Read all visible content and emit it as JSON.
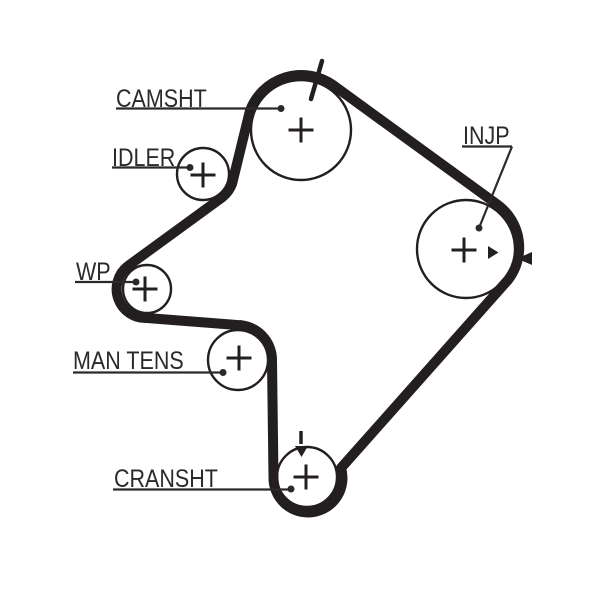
{
  "diagram": {
    "labels": {
      "camshaft": "CAMSHT",
      "idler": "IDLER",
      "water_pump": "WP",
      "manual_tensioner": "MAN TENS",
      "crankshaft": "CRANSHT",
      "injection_pump": "INJP"
    },
    "marks": {
      "center_mark": "+",
      "camshaft_timing_mark": "diagonal-tick",
      "crankshaft_timing_mark": "down-arrow-tick",
      "belt_alignment_marks": "opposing-triangles"
    },
    "colors": {
      "ink": "#231f20",
      "text": "#2b2a29",
      "background": "#ffffff"
    }
  }
}
